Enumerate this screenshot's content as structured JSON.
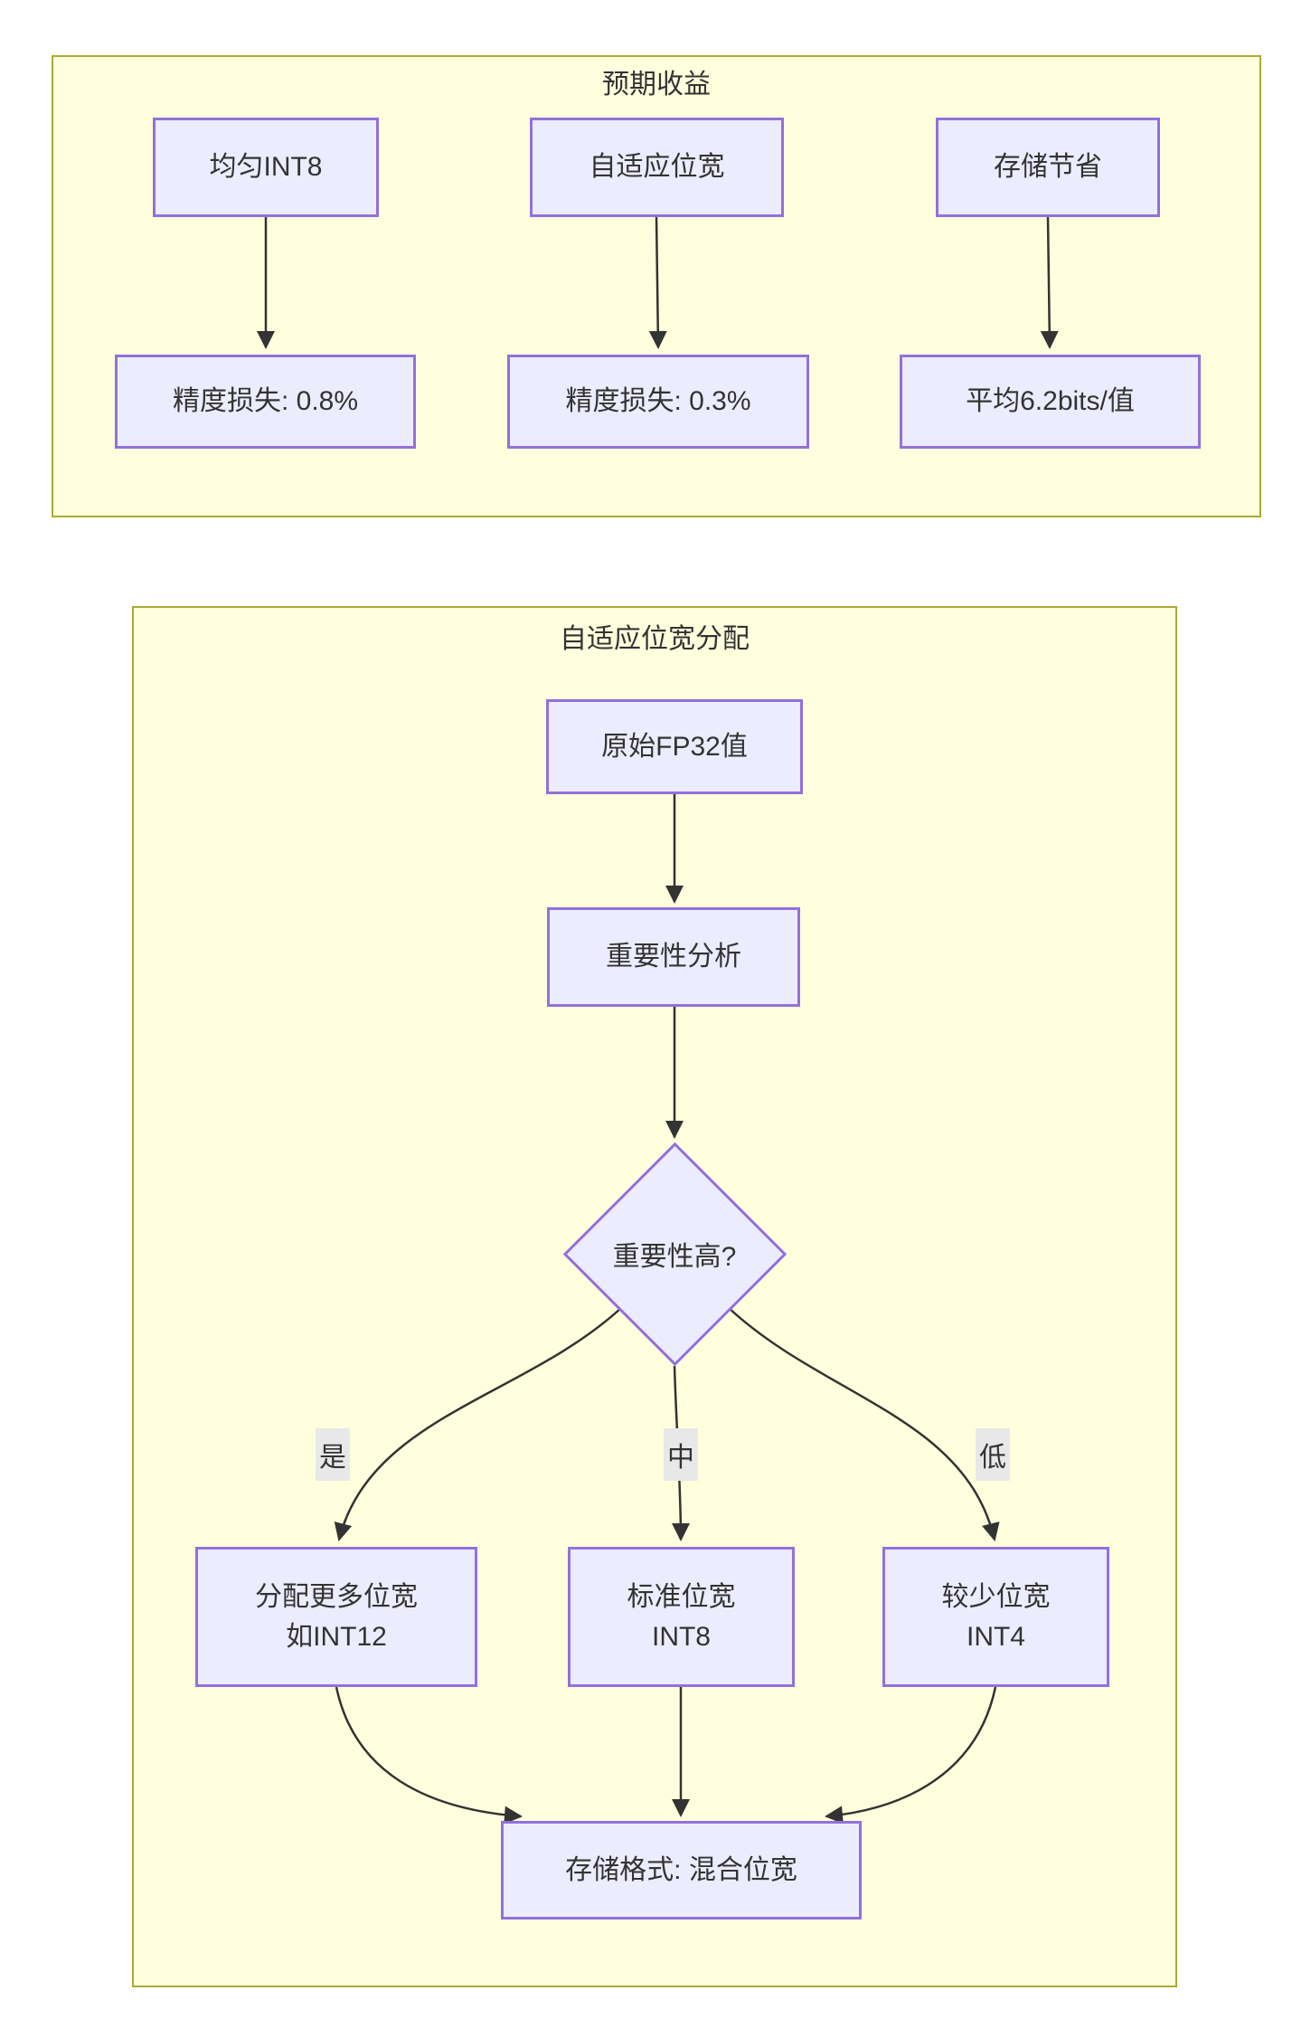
{
  "colors": {
    "page_bg": "#ffffff",
    "cluster_bg": "#ffffde",
    "cluster_border": "#aaaa33",
    "node_bg": "#ececff",
    "node_border": "#9370db",
    "edge_color": "#333333",
    "text_color": "#333333",
    "edge_label_bg": "#e8e8e8"
  },
  "benefits": {
    "title": "预期收益",
    "nodes": {
      "uniform_int8": "均匀INT8",
      "adaptive_bitwidth": "自适应位宽",
      "storage_saving": "存储节省",
      "uniform_loss": "精度损失: 0.8%",
      "adaptive_loss": "精度损失: 0.3%",
      "avg_bits": "平均6.2bits/值"
    }
  },
  "allocation": {
    "title": "自适应位宽分配",
    "nodes": {
      "fp32": "原始FP32值",
      "analysis": "重要性分析",
      "decision": "重要性高?",
      "high_bitwidth_line1": "分配更多位宽",
      "high_bitwidth_line2": "如INT12",
      "standard_bitwidth_line1": "标准位宽",
      "standard_bitwidth_line2": "INT8",
      "low_bitwidth_line1": "较少位宽",
      "low_bitwidth_line2": "INT4",
      "mixed_storage": "存储格式: 混合位宽"
    },
    "edge_labels": {
      "high": "是",
      "medium": "中",
      "low": "低"
    }
  }
}
